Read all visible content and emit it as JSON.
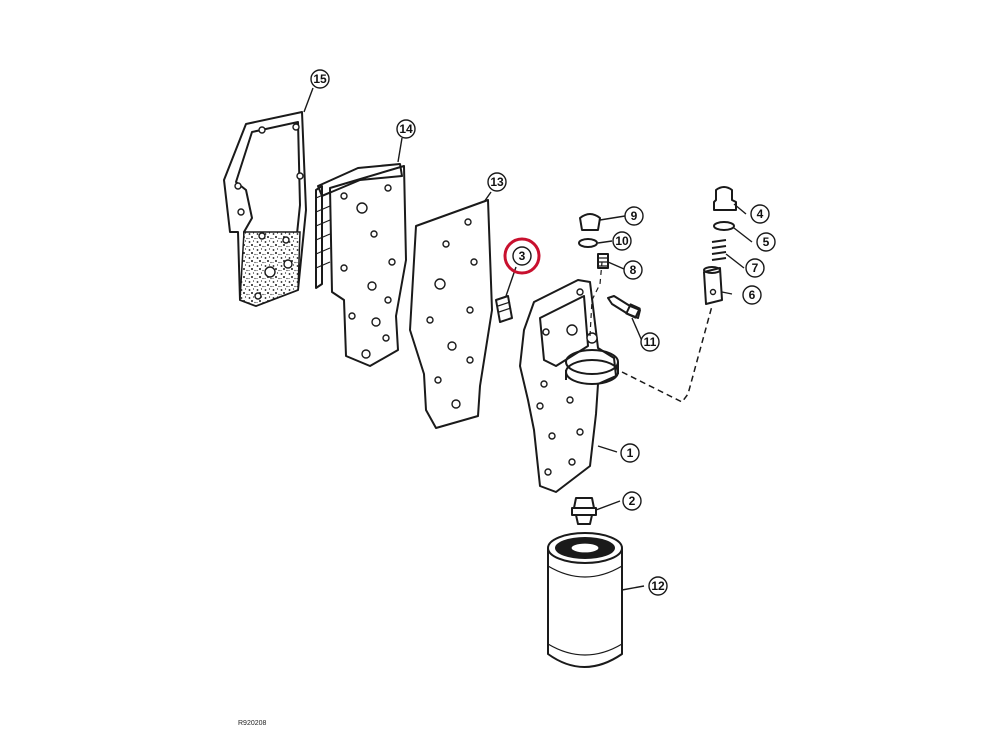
{
  "callouts": [
    {
      "id": "c1",
      "label": "1"
    },
    {
      "id": "c2",
      "label": "2"
    },
    {
      "id": "c3",
      "label": "3",
      "highlight": true
    },
    {
      "id": "c4",
      "label": "4"
    },
    {
      "id": "c5",
      "label": "5"
    },
    {
      "id": "c6",
      "label": "6"
    },
    {
      "id": "c7",
      "label": "7"
    },
    {
      "id": "c8",
      "label": "8"
    },
    {
      "id": "c9",
      "label": "9"
    },
    {
      "id": "c10",
      "label": "10"
    },
    {
      "id": "c11",
      "label": "11"
    },
    {
      "id": "c12",
      "label": "12"
    },
    {
      "id": "c13",
      "label": "13"
    },
    {
      "id": "c14",
      "label": "14"
    },
    {
      "id": "c15",
      "label": "15"
    }
  ],
  "reference_code": "R920208",
  "colors": {
    "ink": "#1a1a1a",
    "highlight": "#c8102e",
    "background": "#ffffff"
  }
}
